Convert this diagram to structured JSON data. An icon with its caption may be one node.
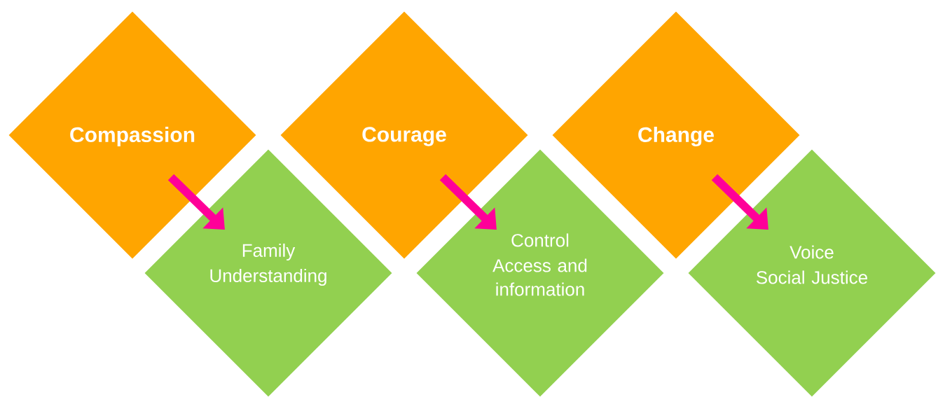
{
  "diagram": {
    "nodes": [
      {
        "text": [
          "Compassion"
        ]
      },
      {
        "text": [
          "Family",
          "Understanding"
        ]
      },
      {
        "text": [
          "Courage"
        ]
      },
      {
        "text": [
          "Control",
          "Access and information"
        ]
      },
      {
        "text": [
          "Change"
        ]
      },
      {
        "text": [
          "Voice",
          "Social Justice"
        ]
      }
    ],
    "edges": [
      {
        "from": 0,
        "to": 1,
        "arrow": "to"
      },
      {
        "from": 2,
        "to": 3,
        "arrow": "to"
      },
      {
        "from": 4,
        "to": 5,
        "arrow": "to"
      }
    ]
  }
}
